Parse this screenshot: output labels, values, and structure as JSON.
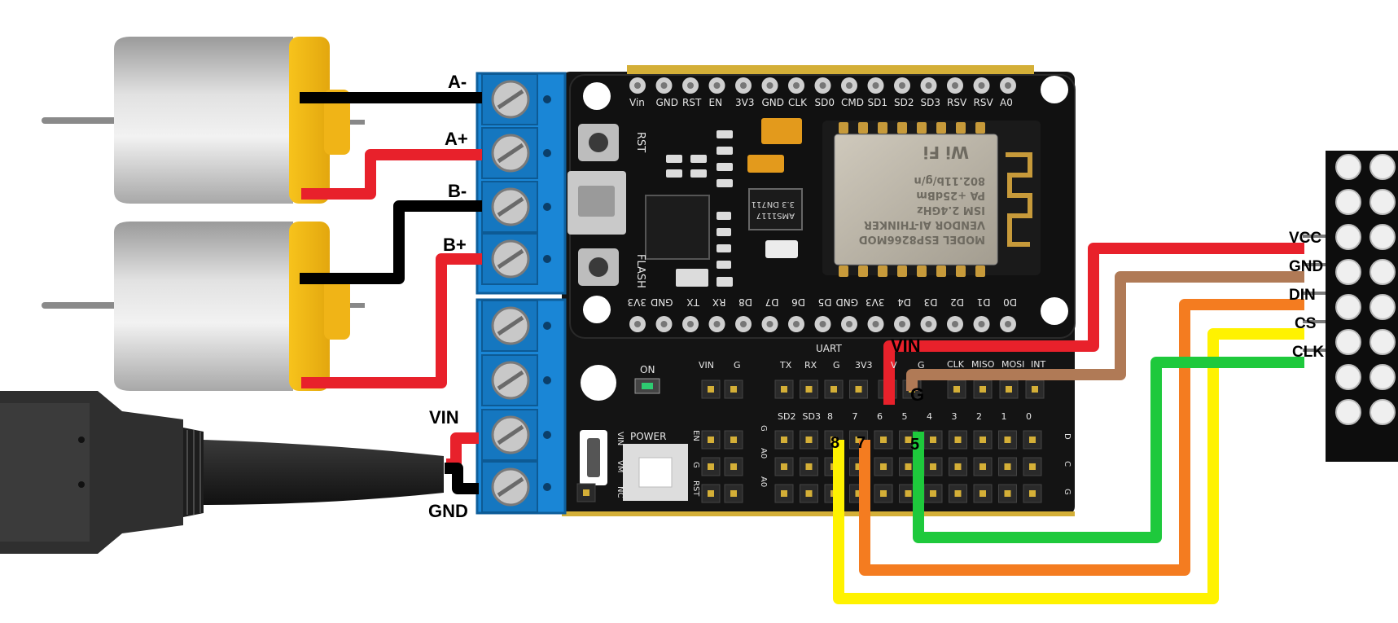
{
  "motor_labels": {
    "a_minus": "A-",
    "a_plus": "A+",
    "b_minus": "B-",
    "b_plus": "B+"
  },
  "power_labels": {
    "vin": "VIN",
    "gnd": "GND"
  },
  "matrix_labels": {
    "vcc": "VCC",
    "gnd": "GND",
    "din": "DIN",
    "cs": "CS",
    "clk": "CLK"
  },
  "shield_labels": {
    "vin": "VIN",
    "g": "G",
    "pin8": "8",
    "pin7": "7",
    "pin5": "5"
  },
  "silkscreen": {
    "top_header": [
      "Vin",
      "GND",
      "RST",
      "EN",
      "3V3",
      "GND",
      "CLK",
      "SD0",
      "CMD",
      "SD1",
      "SD2",
      "SD3",
      "RSV",
      "RSV",
      "A0"
    ],
    "bottom_header": [
      "3V3",
      "GND",
      "TX",
      "RX",
      "D8",
      "D7",
      "D6",
      "D5",
      "GND",
      "3V3",
      "D4",
      "D3",
      "D2",
      "D1",
      "D0"
    ],
    "rst": "RST",
    "flash": "FLASH",
    "uart": "UART",
    "uart_pins": [
      "VIN",
      "G",
      "TX",
      "RX",
      "G",
      "3V3",
      "V",
      "G"
    ],
    "spi_pins": [
      "CLK",
      "MISO",
      "MOSI",
      "INT"
    ],
    "on": "ON",
    "power": "POWER",
    "vin_vm_nc": [
      "VIN",
      "VM",
      "NC"
    ],
    "en_g_rst": [
      "EN",
      "G",
      "RST"
    ],
    "a0_a0": [
      "A0",
      "A0"
    ],
    "g_side": "G",
    "gpio_row": [
      "SD2",
      "SD3",
      "8",
      "7",
      "6",
      "5",
      "4",
      "3",
      "2",
      "1",
      "0"
    ],
    "gpio_side": [
      "D",
      "C",
      "G"
    ],
    "module_lines": [
      "MODEL ESP8266MOD",
      "VENDOR AI-THINKER",
      "ISM 2.4GHz",
      "PA +25dBm",
      "802.11b/g/n"
    ],
    "regulator": [
      "AMS1117",
      "3.3 DN711"
    ],
    "wifi": "Wi Fi"
  },
  "colors": {
    "red": "#e8212b",
    "black": "#000000",
    "brown": "#b07a56",
    "orange": "#f47c20",
    "yellow": "#fff200",
    "green": "#1ec93c",
    "terminal_blue": "#1a86d6",
    "pcb": "#141414",
    "module_metal": "#b8b2a4"
  }
}
